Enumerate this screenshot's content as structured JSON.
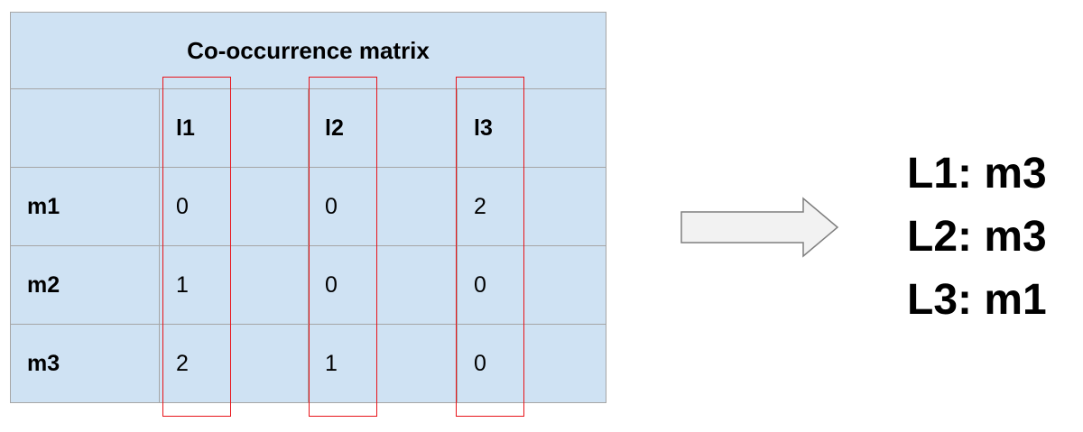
{
  "matrix": {
    "title": "Co-occurrence matrix",
    "columns": [
      "l1",
      "l2",
      "l3"
    ],
    "rows": [
      {
        "label": "m1",
        "values": [
          "0",
          "0",
          "2"
        ]
      },
      {
        "label": "m2",
        "values": [
          "1",
          "0",
          "0"
        ]
      },
      {
        "label": "m3",
        "values": [
          "2",
          "1",
          "0"
        ]
      }
    ],
    "header_corner": ""
  },
  "results": [
    "L1: m3",
    "L2: m3",
    "L3: m1"
  ],
  "colors": {
    "table_fill": "#cfe2f3",
    "grid_line": "#a6a6a6",
    "highlight": "#e8141a",
    "arrow_fill": "#f2f2f2",
    "arrow_stroke": "#7f7f7f"
  }
}
